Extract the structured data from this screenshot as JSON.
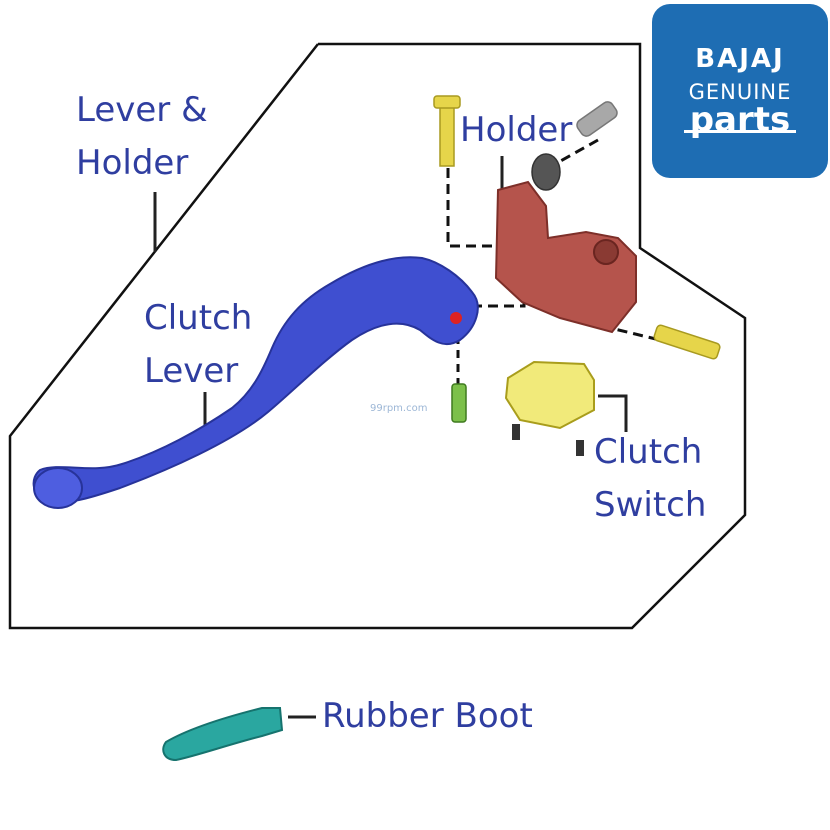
{
  "labels": {
    "lever_holder": [
      "Lever &",
      "Holder"
    ],
    "holder": "Holder",
    "clutch_lever": [
      "Clutch",
      "Lever"
    ],
    "clutch_switch": [
      "Clutch",
      "Switch"
    ],
    "rubber_boot": "Rubber Boot"
  },
  "logo": {
    "brand": "BAJAJ",
    "line1": "GENUINE",
    "line2": "parts"
  },
  "watermark": "99rpm.com",
  "colors": {
    "label_text": "#2f3ea0",
    "lever": "#3f4fd0",
    "holder": "#b5544c",
    "switch": "#f1ea7a",
    "boot": "#2aa7a0",
    "logo_bg": "#1e6db3",
    "outline": "#111111"
  }
}
